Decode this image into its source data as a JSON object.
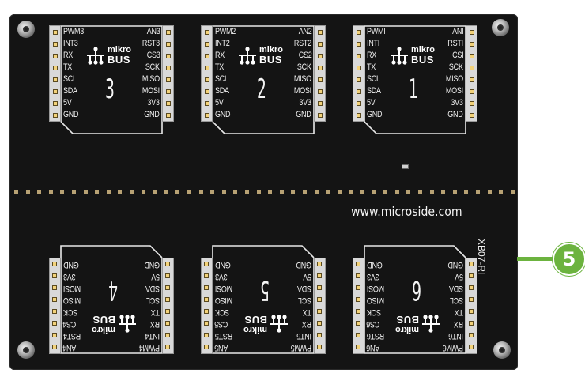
{
  "website": "www.microside.com",
  "board_code": "XB07-RI",
  "callout_number": "5",
  "colors": {
    "board": "#141414",
    "callout": "#6cb33f",
    "pin_gold": "#f2d27a",
    "silkscreen": "#f0f0f0"
  },
  "logo": {
    "top": "mikro",
    "bottom": "BUS"
  },
  "sockets": [
    {
      "number": "3",
      "flipped": false,
      "left": [
        "PWM3",
        "INT3",
        "RX",
        "TX",
        "SCL",
        "SDA",
        "5V",
        "GND"
      ],
      "right": [
        "AN3",
        "RST3",
        "CS3",
        "SCK",
        "MISO",
        "MOSI",
        "3V3",
        "GND"
      ]
    },
    {
      "number": "2",
      "flipped": false,
      "left": [
        "PWM2",
        "INT2",
        "RX",
        "TX",
        "SCL",
        "SDA",
        "5V",
        "GND"
      ],
      "right": [
        "AN2",
        "RST2",
        "CS2",
        "SCK",
        "MISO",
        "MOSI",
        "3V3",
        "GND"
      ]
    },
    {
      "number": "1",
      "flipped": false,
      "left": [
        "PWMI",
        "INTI",
        "RX",
        "TX",
        "SCL",
        "SDA",
        "5V",
        "GND"
      ],
      "right": [
        "ANI",
        "RSTI",
        "CSI",
        "SCK",
        "MISO",
        "MOSI",
        "3V3",
        "GND"
      ]
    },
    {
      "number": "4",
      "flipped": true,
      "left": [
        "PWM4",
        "INT4",
        "RX",
        "TX",
        "SCL",
        "SDA",
        "5V",
        "GND"
      ],
      "right": [
        "AN4",
        "RST4",
        "CS4",
        "SCK",
        "MISO",
        "MOSI",
        "3V3",
        "GND"
      ]
    },
    {
      "number": "5",
      "flipped": true,
      "left": [
        "PWM5",
        "INT5",
        "RX",
        "TX",
        "SCL",
        "SDA",
        "5V",
        "GND"
      ],
      "right": [
        "AN5",
        "RST5",
        "CS5",
        "SCK",
        "MISO",
        "MOSI",
        "3V3",
        "GND"
      ]
    },
    {
      "number": "6",
      "flipped": true,
      "left": [
        "PWM6",
        "INT6",
        "RX",
        "TX",
        "SCL",
        "SDA",
        "5V",
        "GND"
      ],
      "right": [
        "AN6",
        "RST6",
        "CS6",
        "SCK",
        "MISO",
        "MOSI",
        "3V3",
        "GND"
      ]
    }
  ]
}
